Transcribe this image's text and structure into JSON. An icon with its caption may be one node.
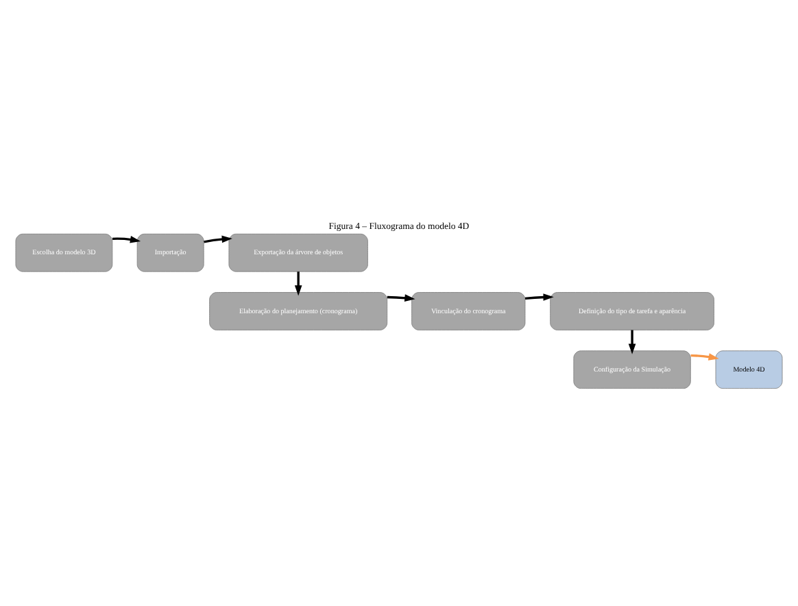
{
  "diagram": {
    "title": "Figura 4 – Fluxograma do modelo 4D",
    "nodes": [
      {
        "text": [
          "Escolha do modelo 3D"
        ]
      },
      {
        "text": [
          "Importação"
        ]
      },
      {
        "text": [
          "Exportação da árvore de objetos"
        ]
      },
      {
        "text": [
          "Elaboração do planejamento (cronograma)"
        ]
      },
      {
        "text": [
          "Vinculação do cronograma"
        ]
      },
      {
        "text": [
          "Definição do tipo de tarefa e aparência"
        ]
      },
      {
        "text": [
          "Configuração da Simulação"
        ]
      },
      {
        "text": [
          "Modelo 4D"
        ]
      }
    ],
    "edges": [
      {
        "from": 0,
        "to": 1,
        "arrow": "to"
      },
      {
        "from": 1,
        "to": 2,
        "arrow": "to"
      },
      {
        "from": 2,
        "to": 3,
        "arrow": "to"
      },
      {
        "from": 3,
        "to": 4,
        "arrow": "to"
      },
      {
        "from": 4,
        "to": 5,
        "arrow": "to"
      },
      {
        "from": 5,
        "to": 6,
        "arrow": "to"
      },
      {
        "from": 6,
        "to": 7,
        "arrow": "to",
        "color": "#f79646"
      }
    ]
  }
}
